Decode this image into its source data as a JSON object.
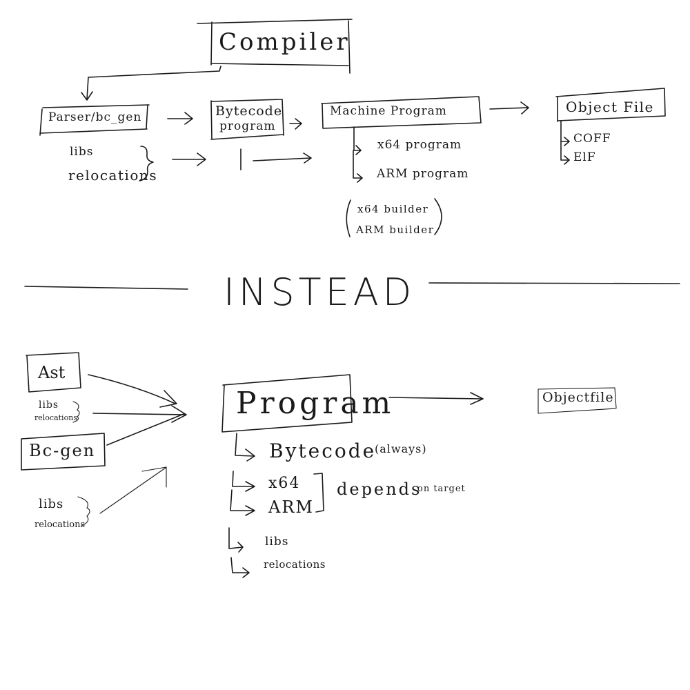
{
  "top": {
    "compiler": "Compiler",
    "parser": "Parser/bc_gen",
    "libs": "libs",
    "relocations": "relocations",
    "bytecode_line1": "Bytecode",
    "bytecode_line2": "program",
    "machine_program": "Machine Program",
    "x64_program": "x64 program",
    "arm_program": "ARM program",
    "x64_builder": "x64 builder",
    "arm_builder": "ARM builder",
    "object_file": "Object File",
    "coff": "COFF",
    "elf": "ElF"
  },
  "divider": {
    "label": "INSTEAD"
  },
  "bottom": {
    "ast": "Ast",
    "libs_a": "libs",
    "relocations_a": "relocations",
    "bcgen": "Bc-gen",
    "libs_b": "libs",
    "relocations_b": "relocations",
    "program": "Program",
    "bytecode": "Bytecode",
    "always": "(always)",
    "x64": "x64",
    "arm": "ARM",
    "depends": "depends",
    "on_target": "on target",
    "libs_c": "libs",
    "relocations_c": "relocations",
    "object_file": "Objectfile"
  },
  "colors": {
    "ink": "#1a1a1a",
    "background": "#ffffff"
  }
}
